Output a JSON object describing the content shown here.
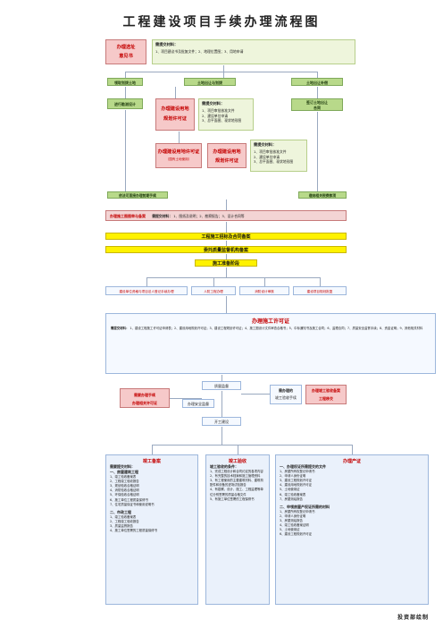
{
  "title": "工程建设项目手续办理流程图",
  "step_site": {
    "label_1": "办理选址",
    "label_2": "意见书",
    "materials_label": "需提交材料：",
    "materials": [
      "1、项目建议书及批复文件；2、地理位置图；3、用地申请"
    ]
  },
  "branches": {
    "left": "领取划拨土地",
    "mid": "土地出让与划拨",
    "right": "土地出让补偿"
  },
  "row2": {
    "left": "进行勘测设计",
    "plan_permit": {
      "label_1": "办理建设用地",
      "label_2": "规划许可证"
    },
    "plan_materials": {
      "label": "需提交材料：",
      "items": [
        "1、项目审批核准文件",
        "2、建设单位申请",
        "3、总平面图、现状地形图"
      ]
    },
    "right": {
      "label_1": "签订土地出让",
      "label_2": "合同"
    }
  },
  "row3": {
    "permit_a": {
      "label_1": "办理建设用地许可证",
      "label_2": "（国有土地使用）"
    },
    "permit_b": {
      "label_1": "办理建设用地",
      "label_2": "规划许可证"
    },
    "materials": {
      "label": "需提交材料：",
      "items": [
        "1、项目审批核准文件",
        "2、建设单位申请",
        "3、总平面图、现状地形图"
      ]
    }
  },
  "row4": {
    "left": "依法可直接办理前期手续",
    "right": "缴纳相关税费款项"
  },
  "design_review": {
    "title": "办理施工图图审与备案",
    "materials_label": "需提交材料：",
    "materials": "1、图纸及说明；2、勘察报告；3、设计合同等"
  },
  "steps": {
    "bid": "工程施工招标及合同备案",
    "quality": "委托质量监督机构备案",
    "permit_prep": "施工准备阶段"
  },
  "sub_items": [
    "建设单位资格与项目法人登记手续办理",
    "人防工程办理",
    "消防设计审核",
    "建设项目规划批复"
  ],
  "construction_permit": {
    "title": "办理施工许可证",
    "materials_label": "需提交材料：",
    "materials": "1、建设工程施工许可证申请表；2、建设用地规划许可证；3、建设工程规划许可证；4、施工图设计文件审查合格书；5、中标通知书及施工合同；6、监理合同；7、质量安全监督手续；8、资金证明；9、其他相关材料"
  },
  "mid_labels": {
    "safety": "办理安全监督",
    "construction": "开工建设",
    "quality_2": "质量监督",
    "left_label_1": "需要办理手续",
    "left_label_2": "办理相关许可证",
    "right_label_1": "需办理的",
    "right_label_2": "竣工验收手续",
    "right_label_3": "办理竣工验收备案",
    "right_label_4": "工程移交"
  },
  "col_left": {
    "title": "竣工备案",
    "subtitle": "需要提交材料：",
    "sections": [
      {
        "h": "一、房屋建筑工程",
        "items": [
          "1、竣工验收备案表",
          "2、工程竣工验收报告",
          "3、规划验收合格证明",
          "4、消防验收合格证明",
          "5、环保验收合格证明",
          "6、施工单位工程质量保修书",
          "7、住宅质量保证书和使用说明书"
        ]
      },
      {
        "h": "二、市政工程",
        "items": [
          "1、竣工验收备案表",
          "2、工程竣工验收报告",
          "3、质量监督报告",
          "4、施工单位签署的工程质量保修书"
        ]
      }
    ]
  },
  "col_mid": {
    "title": "竣工验收",
    "subtitle": "竣工验收的条件：",
    "items": [
      "1、完成工程设计和合同约定的各项内容",
      "2、有完整的技术档案和施工管理资料",
      "3、有工程使用的主要建筑材料、建筑构配件和设备的进场试验报告",
      "4、有勘察、设计、施工、工程监理等单位分别签署的质量合格文件",
      "5、有施工单位签署的工程保修书"
    ]
  },
  "col_right": {
    "title": "办理产证",
    "sections": [
      {
        "h": "一、办理权证所需提交的文件",
        "items": [
          "1、房屋所有权登记申请书",
          "2、申请人身份证明",
          "3、建设工程规划许可证",
          "4、建设用地规划许可证",
          "5、土地使用证",
          "6、竣工验收备案表",
          "7、房屋测绘报告"
        ]
      },
      {
        "h": "二、申领房屋产权证所需的材料",
        "items": [
          "1、房屋所有权登记申请书",
          "2、申请人身份证明",
          "3、房屋测绘报告",
          "4、竣工验收备案证明",
          "5、土地使用证",
          "6、建设工程规划许可证"
        ]
      }
    ]
  },
  "footer": "投资部绘制"
}
